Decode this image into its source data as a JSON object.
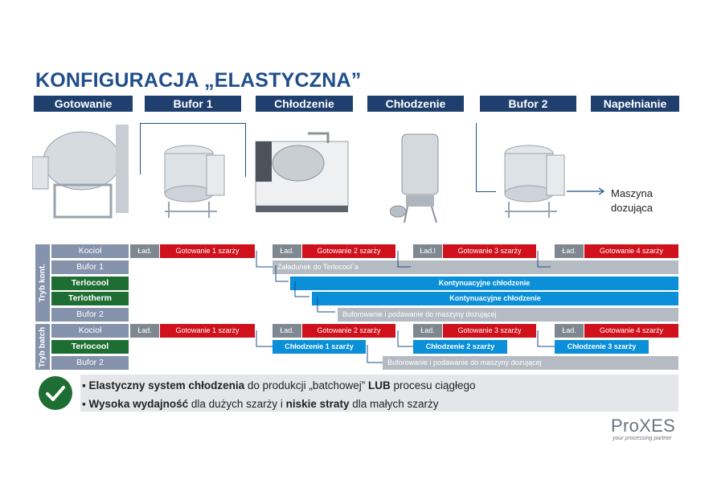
{
  "title": "KONFIGURACJA „ELASTYCZNA”",
  "stages": [
    "Gotowanie",
    "Bufor 1",
    "Chłodzenie",
    "Chłodzenie",
    "Bufor 2",
    "Napełnianie"
  ],
  "machine_label": "Maszyna\ndozująca",
  "modes": {
    "continuous": "Tryb kont.",
    "batch": "Tryb batch"
  },
  "rows_cont": [
    "Kocioł",
    "Bufor 1",
    "Terlocool",
    "Terlotherm",
    "Bufor 2"
  ],
  "rows_batch": [
    "Kocioł",
    "Terlocool",
    "Bufor 2"
  ],
  "bars": {
    "lad": "Ład.",
    "lad_i": "Ład.l",
    "got1": "Gotowanie 1 szarży",
    "got2": "Gotowanie 2 szarży",
    "got3": "Gotowanie 3 szarży",
    "got4": "Gotowanie 4 szarży",
    "zaladunek": "Załadunek do Terlocool`a",
    "kont1": "Kontynuacyjne chłodzenie",
    "kont2": "Kontynuacyjne chłodzenie",
    "bufor_cont": "Buforowanie i podawanie do maszyny dozującej",
    "chl1": "Chłodzenie 1 szarży",
    "chl2": "Chłodzenie 2 szarży",
    "chl3": "Chłodzenie 3 szarży",
    "bufor_batch": "Buforowanie i podawanie do maszyny dozującej"
  },
  "bullets": {
    "b1_strong": "Elastyczny system chłodzenia",
    "b1_rest1": " do produkcji „batchowej” ",
    "b1_strong2": "LUB",
    "b1_rest2": " procesu ciągłego",
    "b2_strong": "Wysoka wydajność",
    "b2_rest1": " dla dużych szarży i ",
    "b2_strong2": "niskie straty",
    "b2_rest2": " dla małych szarży"
  },
  "logo": {
    "name_a": "Pro",
    "name_b": "XES",
    "tagline": "your processing partner"
  },
  "colors": {
    "navy": "#1f3f6e",
    "red": "#d0101a",
    "blue": "#0a8fd8",
    "green": "#1e6e33",
    "grey": "#7f8890",
    "light_grey": "#b5bbc2"
  },
  "icons": [
    "kettle-icon",
    "tank-icon",
    "cooler-icon",
    "column-cooler-icon",
    "tank-icon",
    "checkmark-icon"
  ]
}
